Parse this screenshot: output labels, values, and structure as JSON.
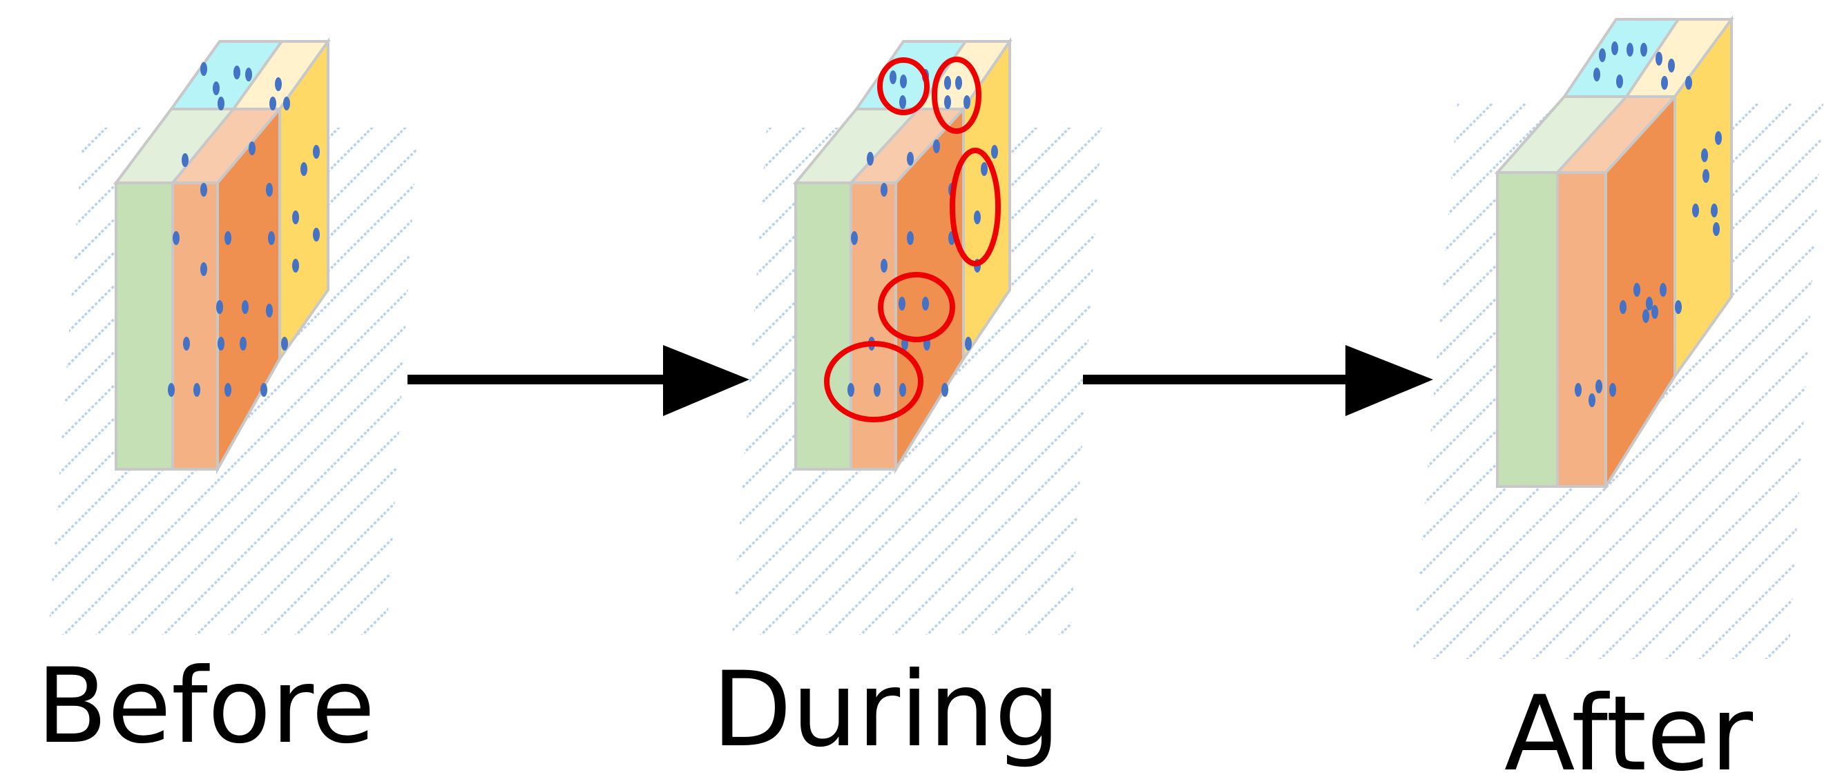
{
  "diagram": {
    "stages": [
      {
        "id": "before",
        "label": "Before"
      },
      {
        "id": "during",
        "label": "During"
      },
      {
        "id": "after",
        "label": "After"
      }
    ],
    "colors": {
      "substrate_hatch": "#bcd2ea",
      "layer_green": "#c5e0b4",
      "layer_green_top": "#e2efda",
      "layer_peach": "#f4b183",
      "layer_peach_top": "#f8cbad",
      "layer_orange": "#f09050",
      "layer_yellow": "#ffd966",
      "layer_cream_top": "#fff2cc",
      "layer_cyan_top": "#b7f4f8",
      "edge": "#c8c8c8",
      "dot": "#4472c4",
      "highlight_ring": "#ee0000",
      "arrow": "#000000"
    }
  }
}
